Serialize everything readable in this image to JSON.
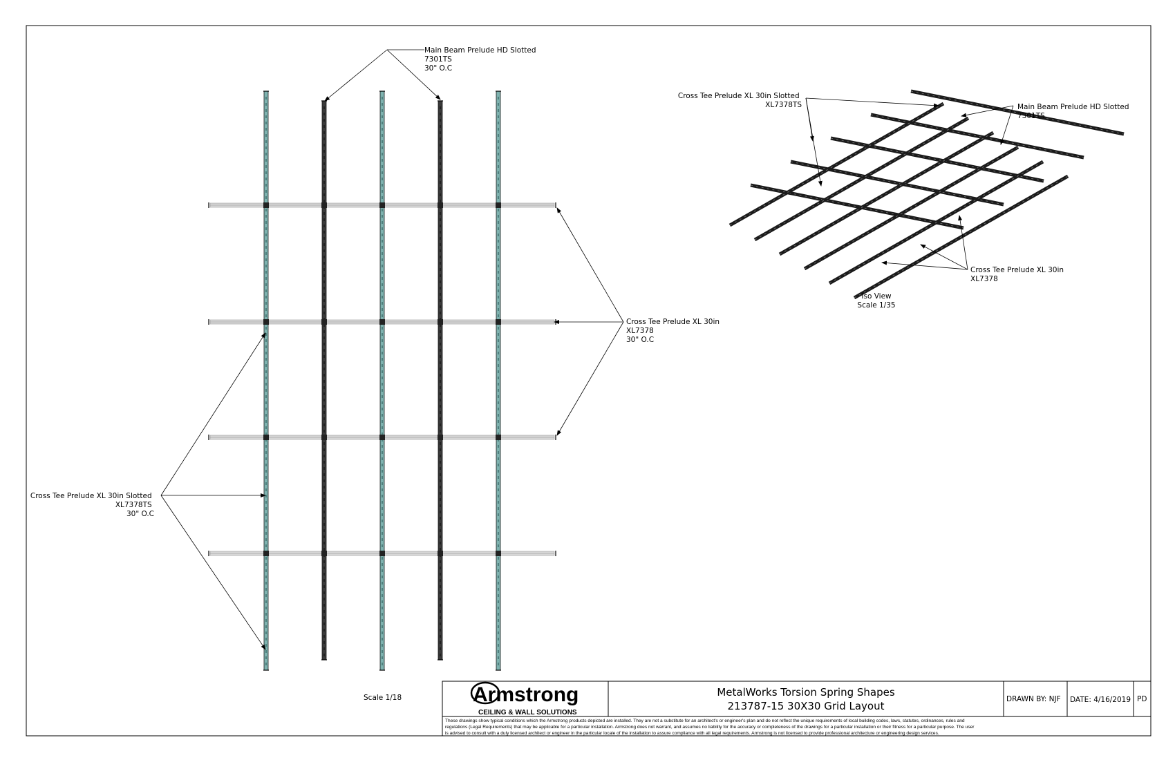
{
  "plan_view": {
    "main_beam_callout": [
      "Main Beam Prelude HD Slotted",
      "7301TS",
      "30\" O.C"
    ],
    "cross_tee_callout": [
      "Cross Tee Prelude XL 30in",
      "XL7378",
      "30\" O.C"
    ],
    "cross_tee_slotted_callout": [
      "Cross Tee Prelude XL 30in Slotted",
      "XL7378TS",
      "30\" O.C"
    ],
    "scale": "Scale 1/18",
    "colors": {
      "main_beam": "#3a3a3a",
      "cross_tee_slotted": "#7fb3b0",
      "cross_tee": "#d8d8d8"
    }
  },
  "iso_view": {
    "cross_tee_slotted_callout": [
      "Cross Tee Prelude XL 30in Slotted",
      "XL7378TS"
    ],
    "main_beam_callout": [
      "Main Beam Prelude HD Slotted",
      "7301TS"
    ],
    "cross_tee_callout": [
      "Cross Tee Prelude XL 30in",
      "XL7378"
    ],
    "caption": "Iso View",
    "scale": "Scale 1/35"
  },
  "title_block": {
    "logo_text": "Armstrong",
    "logo_subtext": "CEILING & WALL SOLUTIONS",
    "title_line1": "MetalWorks Torsion Spring Shapes",
    "title_line2": "213787-15 30X30 Grid Layout",
    "drawn_by": "DRAWN BY:  NJF",
    "date": "DATE: 4/16/2019",
    "sheet": "PD",
    "disclaimer": [
      "These drawings show typical conditions which the Armstrong products depicted are installed.  They are not a substitute for an architect's or engineer's plan and do not reflect the unique requirements of local building codes, laws, statutes, ordinances, rules and",
      "regulations (Legal Requirements) that may be applicable for a particular installation. Armstrong does not warrant, and assumes no liability for the accuracy or completeness of the drawings for a particular installation or their fitness for a particular purpose. The user",
      "is advised to consult with a duly licensed architect or engineer in the particular locale of the installation to assure compliance with all legal requirements. Armstrong is not licensed to provide professional architecture or engineering design services."
    ]
  }
}
